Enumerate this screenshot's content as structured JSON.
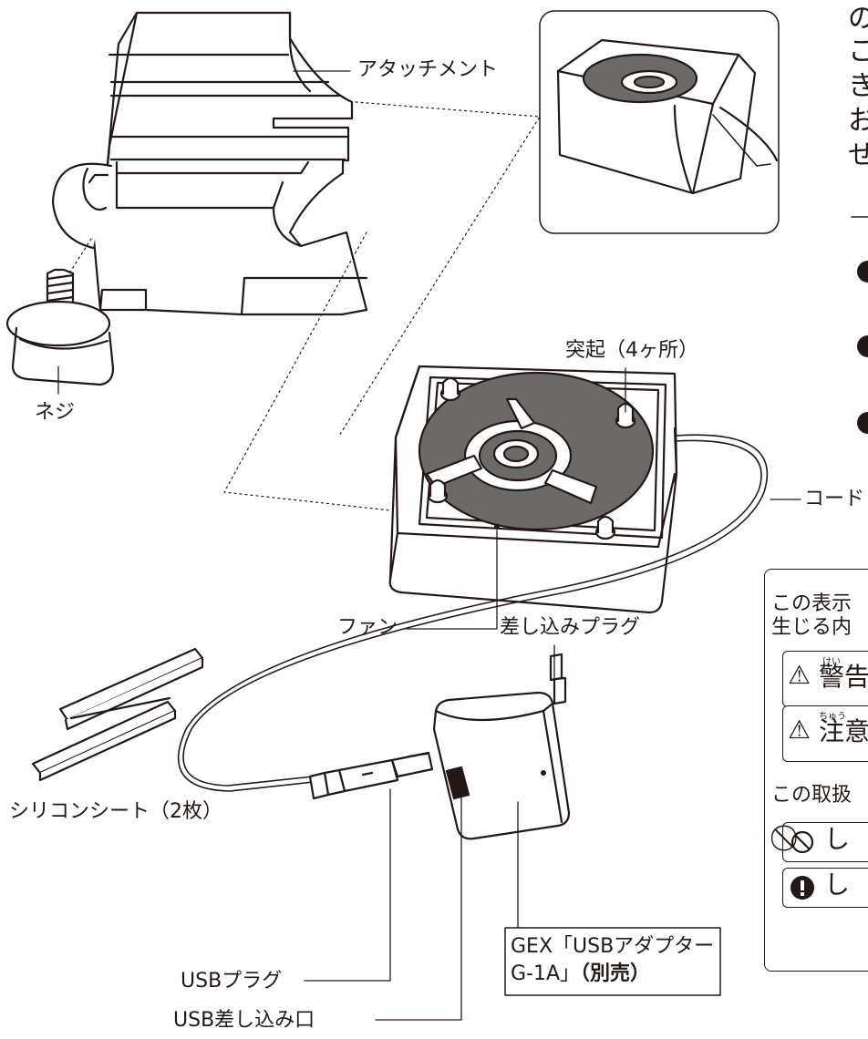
{
  "labels": {
    "attachment": "アタッチメント",
    "screw": "ネジ",
    "protrusions": "突起（4ヶ所）",
    "code": "コード",
    "fan": "ファン",
    "silicone_sheet": "シリコンシート（2枚）",
    "plug": "差し込みプラグ",
    "usb_plug": "USBプラグ",
    "usb_port": "USB差し込み口",
    "adapter_line1": "GEX「USBアダプター",
    "adapter_line2a": "G-1A」",
    "adapter_line2b": "（別売）"
  },
  "right_text": {
    "line1": "の",
    "line2": "こ",
    "line3": "き",
    "line4": "お",
    "line5": "せ"
  },
  "legend": {
    "intro_line1": "この表示",
    "intro_line2": "生じる内",
    "warning_ruby": "けい",
    "warning": "警告",
    "caution_ruby": "ちゅう",
    "caution": "注意",
    "manual_line": "この取扱",
    "prohibit": "し",
    "mandatory": "し"
  }
}
